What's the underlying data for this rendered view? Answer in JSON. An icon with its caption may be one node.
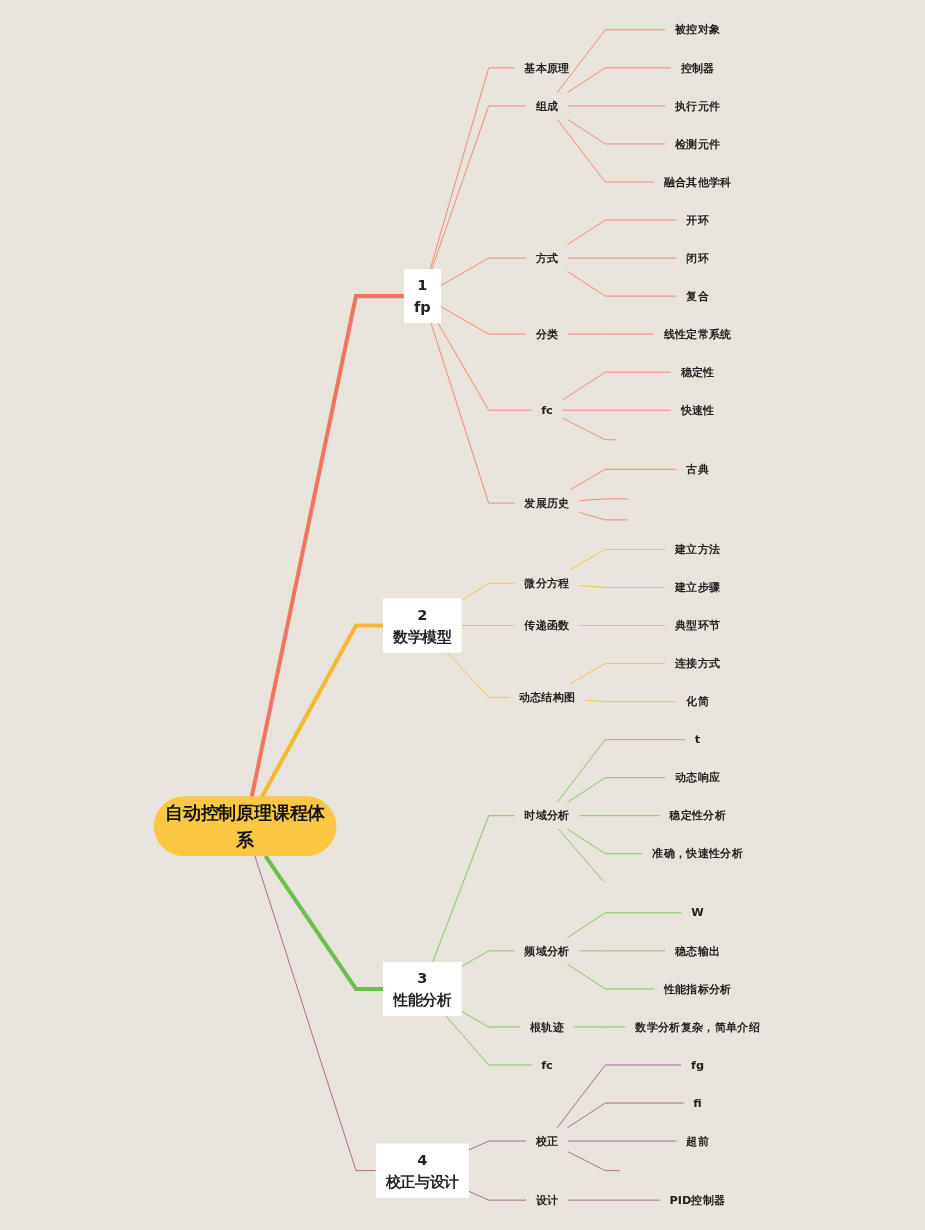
{
  "diagram": {
    "nodes": [
      {
        "text": [
          "自动控制原理课程体系"
        ]
      },
      {
        "text": [
          "1",
          "fp"
        ]
      },
      {
        "text": [
          "基本原理"
        ]
      },
      {
        "text": [
          "组成"
        ]
      },
      {
        "text": [
          "被控对象"
        ]
      },
      {
        "text": [
          "控制器"
        ]
      },
      {
        "text": [
          "执行元件"
        ]
      },
      {
        "text": [
          "检测元件"
        ]
      },
      {
        "text": [
          "融合其他学科"
        ]
      },
      {
        "text": [
          "方式"
        ]
      },
      {
        "text": [
          "开环"
        ]
      },
      {
        "text": [
          "闭环"
        ]
      },
      {
        "text": [
          "复合"
        ]
      },
      {
        "text": [
          "分类"
        ]
      },
      {
        "text": [
          "线性定常系统"
        ]
      },
      {
        "text": [
          "fc"
        ]
      },
      {
        "text": [
          "稳定性"
        ]
      },
      {
        "text": [
          "快速性"
        ]
      },
      {
        "text": [
          "发展历史"
        ]
      },
      {
        "text": [
          "古典"
        ]
      },
      {
        "text": [
          "2",
          "数学模型"
        ]
      },
      {
        "text": [
          "微分方程"
        ]
      },
      {
        "text": [
          "建立方法"
        ]
      },
      {
        "text": [
          "建立步骤"
        ]
      },
      {
        "text": [
          "传递函数"
        ]
      },
      {
        "text": [
          "典型环节"
        ]
      },
      {
        "text": [
          "动态结构图"
        ]
      },
      {
        "text": [
          "连接方式"
        ]
      },
      {
        "text": [
          "化简"
        ]
      },
      {
        "text": [
          "3",
          "性能分析"
        ]
      },
      {
        "text": [
          "时域分析"
        ]
      },
      {
        "text": [
          "t"
        ]
      },
      {
        "text": [
          "动态响应"
        ]
      },
      {
        "text": [
          "稳定性分析"
        ]
      },
      {
        "text": [
          "准确，快速性分析"
        ]
      },
      {
        "text": [
          "频域分析"
        ]
      },
      {
        "text": [
          "W"
        ]
      },
      {
        "text": [
          "稳态输出"
        ]
      },
      {
        "text": [
          "性能指标分析"
        ]
      },
      {
        "text": [
          "根轨迹"
        ]
      },
      {
        "text": [
          "数学分析复杂，简单介绍"
        ]
      },
      {
        "text": [
          "fc"
        ]
      },
      {
        "text": [
          "4",
          "校正与设计"
        ]
      },
      {
        "text": [
          "校正"
        ]
      },
      {
        "text": [
          "fg"
        ]
      },
      {
        "text": [
          "fi"
        ]
      },
      {
        "text": [
          "超前"
        ]
      },
      {
        "text": [
          "设计"
        ]
      },
      {
        "text": [
          "PID控制器"
        ]
      }
    ],
    "edges": [
      {
        "from": 0,
        "to": 1,
        "arrow": "none",
        "style": "thick",
        "color": "#f07560"
      },
      {
        "from": 1,
        "to": 2,
        "arrow": "none",
        "color": "#f07560"
      },
      {
        "from": 1,
        "to": 3,
        "arrow": "none",
        "color": "#f07560"
      },
      {
        "from": 3,
        "to": 4,
        "arrow": "none",
        "color": "#f07560"
      },
      {
        "from": 3,
        "to": 5,
        "arrow": "none",
        "color": "#f07560"
      },
      {
        "from": 3,
        "to": 6,
        "arrow": "none",
        "color": "#f07560"
      },
      {
        "from": 3,
        "to": 7,
        "arrow": "none",
        "color": "#f07560"
      },
      {
        "from": 3,
        "to": 8,
        "arrow": "none",
        "color": "#f07560"
      },
      {
        "from": 1,
        "to": 9,
        "arrow": "none",
        "color": "#f07560"
      },
      {
        "from": 9,
        "to": 10,
        "arrow": "none",
        "color": "#f07560"
      },
      {
        "from": 9,
        "to": 11,
        "arrow": "none",
        "color": "#f07560"
      },
      {
        "from": 9,
        "to": 12,
        "arrow": "none",
        "color": "#f07560"
      },
      {
        "from": 1,
        "to": 13,
        "arrow": "none",
        "color": "#f07560"
      },
      {
        "from": 13,
        "to": 14,
        "arrow": "none",
        "color": "#f07560"
      },
      {
        "from": 1,
        "to": 15,
        "arrow": "none",
        "color": "#f07560"
      },
      {
        "from": 15,
        "to": 16,
        "arrow": "none",
        "color": "#f07560"
      },
      {
        "from": 15,
        "to": 17,
        "arrow": "none",
        "color": "#f07560"
      },
      {
        "from": 15,
        "to": null,
        "arrow": "none",
        "color": "#f07560"
      },
      {
        "from": 1,
        "to": 18,
        "arrow": "none",
        "color": "#f07560"
      },
      {
        "from": 18,
        "to": 19,
        "arrow": "none",
        "color": "#f07560"
      },
      {
        "from": 18,
        "to": null,
        "arrow": "none",
        "color": "#f07560"
      },
      {
        "from": 18,
        "to": null,
        "arrow": "none",
        "color": "#f07560"
      },
      {
        "from": 0,
        "to": 20,
        "arrow": "none",
        "style": "thick",
        "color": "#f5b82e"
      },
      {
        "from": 20,
        "to": 21,
        "arrow": "none",
        "color": "#f5b82e"
      },
      {
        "from": 21,
        "to": 22,
        "arrow": "none",
        "color": "#f5b82e"
      },
      {
        "from": 21,
        "to": 23,
        "arrow": "none",
        "color": "#f5b82e"
      },
      {
        "from": 20,
        "to": 24,
        "arrow": "none",
        "color": "#f5b82e"
      },
      {
        "from": 24,
        "to": 25,
        "arrow": "none",
        "color": "#f5b82e"
      },
      {
        "from": 20,
        "to": 26,
        "arrow": "none",
        "color": "#f5b82e"
      },
      {
        "from": 26,
        "to": 27,
        "arrow": "none",
        "color": "#f5b82e"
      },
      {
        "from": 26,
        "to": 28,
        "arrow": "none",
        "color": "#f5b82e"
      },
      {
        "from": 0,
        "to": 29,
        "arrow": "none",
        "style": "thick",
        "color": "#6cbf4f"
      },
      {
        "from": 29,
        "to": 30,
        "arrow": "none",
        "color": "#6cbf4f"
      },
      {
        "from": 30,
        "to": 31,
        "arrow": "none",
        "color": "#6cbf4f"
      },
      {
        "from": 30,
        "to": 32,
        "arrow": "none",
        "color": "#6cbf4f"
      },
      {
        "from": 30,
        "to": 33,
        "arrow": "none",
        "color": "#6cbf4f"
      },
      {
        "from": 30,
        "to": 34,
        "arrow": "none",
        "color": "#6cbf4f"
      },
      {
        "from": 30,
        "to": null,
        "arrow": "none",
        "color": "#6cbf4f"
      },
      {
        "from": 29,
        "to": 35,
        "arrow": "none",
        "color": "#6cbf4f"
      },
      {
        "from": 35,
        "to": 36,
        "arrow": "none",
        "color": "#6cbf4f"
      },
      {
        "from": 35,
        "to": 37,
        "arrow": "none",
        "color": "#6cbf4f"
      },
      {
        "from": 35,
        "to": 38,
        "arrow": "none",
        "color": "#6cbf4f"
      },
      {
        "from": 29,
        "to": 39,
        "arrow": "none",
        "color": "#6cbf4f"
      },
      {
        "from": 39,
        "to": 40,
        "arrow": "none",
        "color": "#6cbf4f"
      },
      {
        "from": 29,
        "to": 41,
        "arrow": "none",
        "color": "#6cbf4f"
      },
      {
        "from": 0,
        "to": 42,
        "arrow": "none",
        "color": "#9b4f8a"
      },
      {
        "from": 42,
        "to": 43,
        "arrow": "none",
        "color": "#9b4f8a"
      },
      {
        "from": 43,
        "to": 44,
        "arrow": "none",
        "color": "#9b4f8a"
      },
      {
        "from": 43,
        "to": 45,
        "arrow": "none",
        "color": "#9b4f8a"
      },
      {
        "from": 43,
        "to": 46,
        "arrow": "none",
        "color": "#9b4f8a"
      },
      {
        "from": 43,
        "to": null,
        "arrow": "none",
        "color": "#9b4f8a"
      },
      {
        "from": 42,
        "to": 47,
        "arrow": "none",
        "color": "#9b4f8a"
      },
      {
        "from": 47,
        "to": 48,
        "arrow": "none",
        "color": "#9b4f8a"
      }
    ]
  }
}
